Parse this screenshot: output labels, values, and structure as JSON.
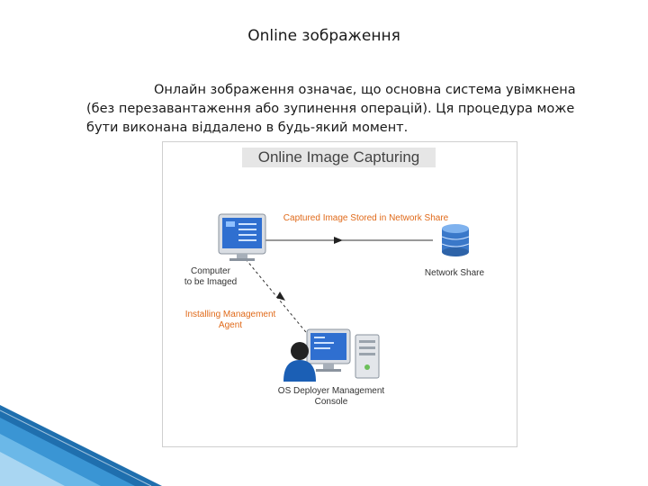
{
  "slide": {
    "title": "Online зображення",
    "paragraph": "Онлайн зображення означає, що основна система увімкнена (без перезавантаження або зупинення операцій). Ця процедура може бути виконана віддалено в будь-який момент."
  },
  "figure": {
    "title": "Online Image Capturing",
    "labels": {
      "captured": "Captured Image Stored in Network Share",
      "computer_line1": "Computer",
      "computer_line2": "to be Imaged",
      "network_share": "Network Share",
      "agent_line1": "Installing Management",
      "agent_line2": "Agent",
      "console_line1": "OS Deployer  Management",
      "console_line2": "Console"
    },
    "colors": {
      "label_accent": "#e06a1a",
      "monitor_screen": "#2f6fd0",
      "database": "#3a78c9",
      "person": "#1b5fb5"
    }
  }
}
